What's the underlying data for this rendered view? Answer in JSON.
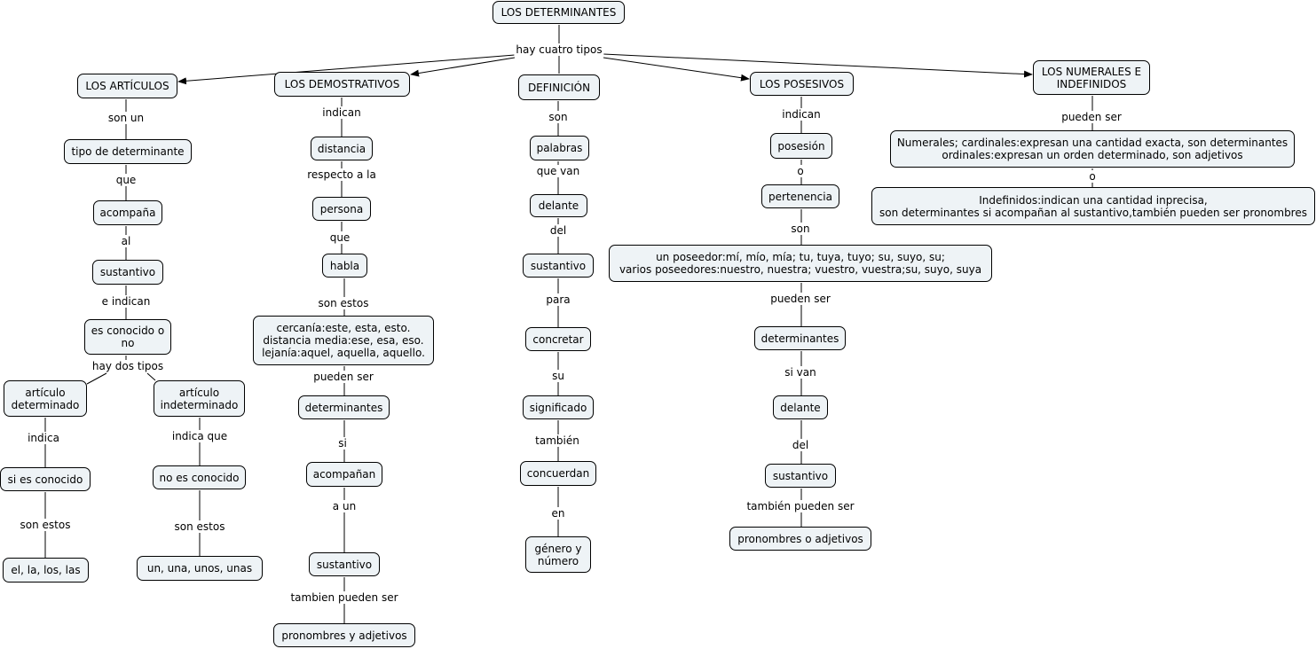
{
  "nodes": {
    "root": "LOS DETERMINANTES",
    "articulos": "LOS ARTÍCULOS",
    "demostrativos": "LOS DEMOSTRATIVOS",
    "definicion": "DEFINICIÓN",
    "posesivos": "LOS POSESIVOS",
    "numerales": "LOS NUMERALES E\nINDEFINIDOS",
    "art_tipo": "tipo de determinante",
    "art_acompana": "acompaña",
    "art_sustantivo": "sustantivo",
    "art_conocido": "es conocido o\nno",
    "art_det": "artículo\ndeterminado",
    "art_indet": "artículo\nindeterminado",
    "art_si_conocido": "si es conocido",
    "art_no_conocido": "no es conocido",
    "art_el": "el, la, los, las",
    "art_un": "un, una, unos, unas",
    "dem_distancia": "distancia",
    "dem_persona": "persona",
    "dem_habla": "habla",
    "dem_lista": "cercanía:este, esta, esto.\ndistancia media:ese, esa, eso.\nlejanía:aquel, aquella, aquello.",
    "dem_determinantes": "determinantes",
    "dem_acompanan": "acompañan",
    "dem_sustantivo": "sustantivo",
    "dem_pronombres": "pronombres y adjetivos",
    "def_palabras": "palabras",
    "def_delante": "delante",
    "def_sustantivo": "sustantivo",
    "def_concretar": "concretar",
    "def_significado": "significado",
    "def_concuerdan": "concuerdan",
    "def_genero": "género y\nnúmero",
    "pos_posesion": "posesión",
    "pos_pertenencia": "pertenencia",
    "pos_lista": "un poseedor:mí, mío, mía; tu, tuya, tuyo; su, suyo, su;\nvarios poseedores:nuestro, nuestra; vuestro, vuestra;su, suyo, suya",
    "pos_determinantes": "determinantes",
    "pos_delante": "delante",
    "pos_sustantivo": "sustantivo",
    "pos_pronombres": "pronombres o adjetivos",
    "num_numerales": "Numerales; cardinales:expresan una cantidad exacta, son determinantes\nordinales:expresan un orden determinado, son adjetivos",
    "num_indefinidos": "Indefinidos:indican una cantidad inprecisa,\nson determinantes si acompañan al sustantivo,también pueden ser pronombres"
  },
  "labels": {
    "root_tipos": "hay cuatro tipos",
    "art_son_un": "son un",
    "art_que": "que",
    "art_al": "al",
    "art_e_indican": "e indican",
    "art_hay_dos": "hay dos tipos",
    "art_indica": "indica",
    "art_indica_que": "indica que",
    "art_son_estos_1": "son estos",
    "art_son_estos_2": "son estos",
    "dem_indican": "indican",
    "dem_respecto": "respecto a la",
    "dem_que": "que",
    "dem_son_estos": "son estos",
    "dem_pueden_ser": "pueden ser",
    "dem_si": "si",
    "dem_a_un": "a un",
    "dem_tambien": "tambien pueden ser",
    "def_son": "son",
    "def_que_van": "que van",
    "def_del": "del",
    "def_para": "para",
    "def_su": "su",
    "def_tambien": "también",
    "def_en": "en",
    "pos_indican": "indican",
    "pos_o": "o",
    "pos_son": "son",
    "pos_pueden_ser": "pueden ser",
    "pos_si_van": "si van",
    "pos_del": "del",
    "pos_tambien": "también pueden ser",
    "num_pueden_ser": "pueden ser",
    "num_o": "o"
  },
  "colors": {
    "node_fill": "#eef3f6",
    "line": "#000000"
  }
}
